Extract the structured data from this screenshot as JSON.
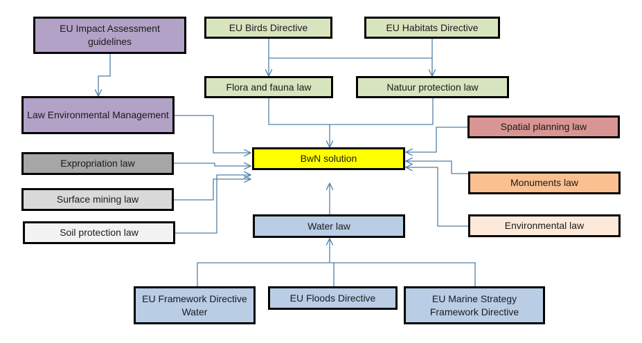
{
  "nodes": {
    "impact": {
      "label": "EU Impact Assessment guidelines",
      "color": "#b3a2c7"
    },
    "birds": {
      "label": "EU Birds Directive",
      "color": "#d7e4bd"
    },
    "habitats": {
      "label": "EU Habitats Directive",
      "color": "#d7e4bd"
    },
    "flora": {
      "label": "Flora and fauna law",
      "color": "#d7e4bd"
    },
    "natuur": {
      "label": "Natuur protection law",
      "color": "#d7e4bd"
    },
    "envmgmt": {
      "label": "Law Environmental Management",
      "color": "#b3a2c7"
    },
    "spatial": {
      "label": "Spatial planning law",
      "color": "#d99594"
    },
    "bwn": {
      "label": "BwN solution",
      "color": "#ffff00"
    },
    "expropriation": {
      "label": "Expropriation law",
      "color": "#a6a6a6"
    },
    "surface": {
      "label": "Surface mining law",
      "color": "#d9d9d9"
    },
    "monuments": {
      "label": "Monuments law",
      "color": "#fac090"
    },
    "soil": {
      "label": "Soil protection law",
      "color": "#f2f2f2"
    },
    "water": {
      "label": "Water law",
      "color": "#b9cde5"
    },
    "environmental": {
      "label": "Environmental law",
      "color": "#fde9d9"
    },
    "framework": {
      "label": "EU Framework Directive Water",
      "color": "#b9cde5"
    },
    "floods": {
      "label": "EU Floods Directive",
      "color": "#b9cde5"
    },
    "marine": {
      "label": "EU Marine Strategy Framework Directive",
      "color": "#b9cde5"
    }
  },
  "colors": {
    "connector": "#4f7fa8",
    "border": "#000000"
  }
}
